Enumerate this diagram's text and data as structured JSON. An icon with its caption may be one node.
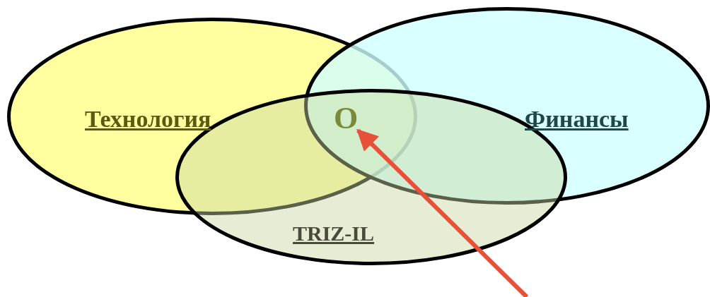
{
  "diagram": {
    "nodes": [
      {
        "text": [
          "Технология"
        ]
      },
      {
        "text": [
          "Финансы"
        ]
      },
      {
        "text": [
          "TRIZ-IL"
        ]
      },
      {
        "text": [
          "O"
        ]
      }
    ],
    "edges": [
      {
        "from": null,
        "to": 3,
        "arrow": "to",
        "color": "#e8503a"
      }
    ]
  }
}
